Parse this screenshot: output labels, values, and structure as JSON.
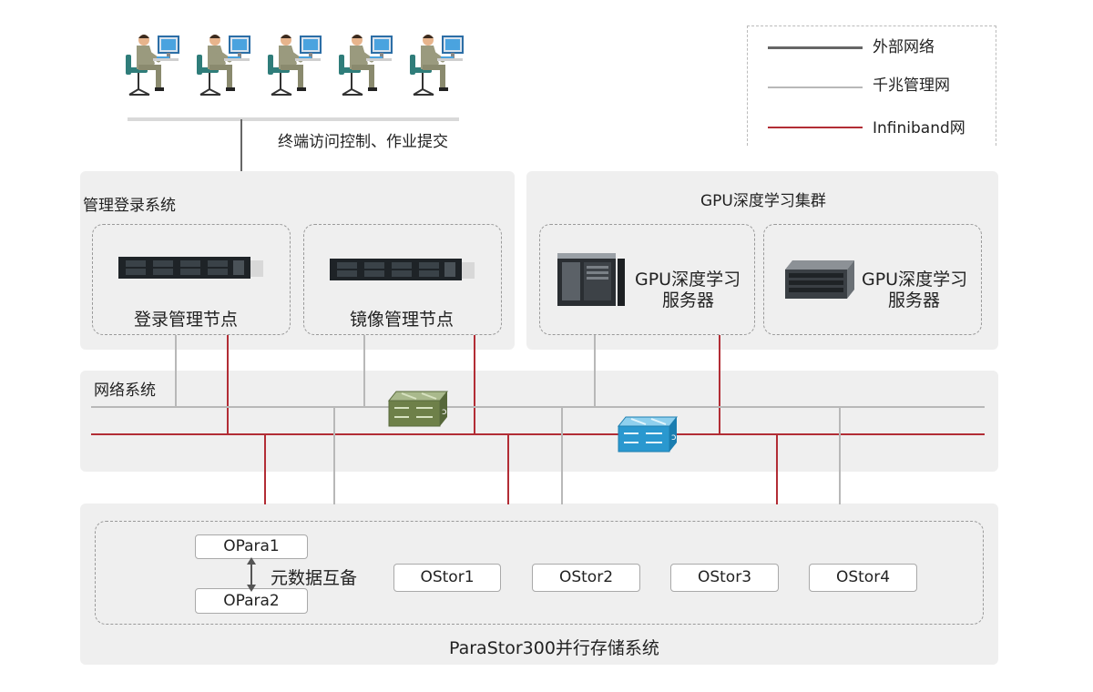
{
  "legend": {
    "items": [
      {
        "label": "外部网络",
        "color": "#666666"
      },
      {
        "label": "千兆管理网",
        "color": "#b8b8b8"
      },
      {
        "label": "Infiniband网",
        "color": "#b22d35"
      }
    ]
  },
  "terminals": {
    "caption": "终端访问控制、作业提交",
    "count": 5
  },
  "mgmt": {
    "title": "管理登录系统",
    "nodes": [
      {
        "label": "登录管理节点"
      },
      {
        "label": "镜像管理节点"
      }
    ]
  },
  "gpu": {
    "title": "GPU深度学习集群",
    "servers": [
      {
        "label_line1": "GPU深度学习",
        "label_line2": "服务器"
      },
      {
        "label_line1": "GPU深度学习",
        "label_line2": "服务器"
      }
    ]
  },
  "network": {
    "title": "网络系统"
  },
  "storage": {
    "title": "ParaStor300并行存储系统",
    "opara": [
      "OPara1",
      "OPara2"
    ],
    "opara_note": "元数据互备",
    "ostor": [
      "OStor1",
      "OStor2",
      "OStor3",
      "OStor4"
    ]
  }
}
